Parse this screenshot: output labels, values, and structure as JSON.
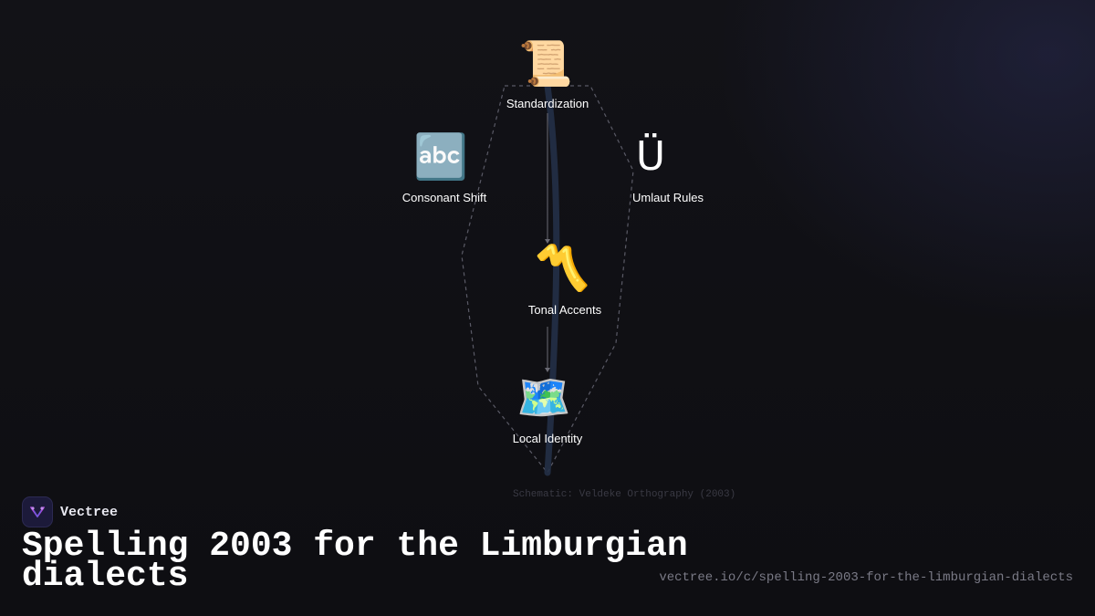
{
  "diagram": {
    "nodes": [
      {
        "id": "standardization",
        "label": "Standardization",
        "icon": "scroll-icon",
        "glyph": "📜"
      },
      {
        "id": "consonant-shift",
        "label": "Consonant Shift",
        "icon": "abc-letters-icon",
        "glyph": "🔤"
      },
      {
        "id": "umlaut-rules",
        "label": "Umlaut Rules",
        "icon": "u-umlaut-icon",
        "glyph": "Ü"
      },
      {
        "id": "tonal-accents",
        "label": "Tonal Accents",
        "icon": "part-alternation-mark-icon",
        "glyph": "〽️"
      },
      {
        "id": "local-identity",
        "label": "Local Identity",
        "icon": "world-map-icon",
        "glyph": "🗺️"
      }
    ],
    "edges": [
      {
        "from": "standardization",
        "to": "tonal-accents"
      },
      {
        "from": "tonal-accents",
        "to": "local-identity"
      }
    ],
    "caption": "Schematic: Veldeke Orthography (2003)"
  },
  "brand": {
    "name": "Vectree",
    "logo_icon": "vectree-logo-icon"
  },
  "title": "Spelling 2003 for the Limburgian dialects",
  "url": "vectree.io/c/spelling-2003-for-the-limburgian-dialects",
  "colors": {
    "background": "#0f0f13",
    "outline": "#5a5a66",
    "spine": "#2a3450",
    "logo_accent": "#a64bd6"
  }
}
